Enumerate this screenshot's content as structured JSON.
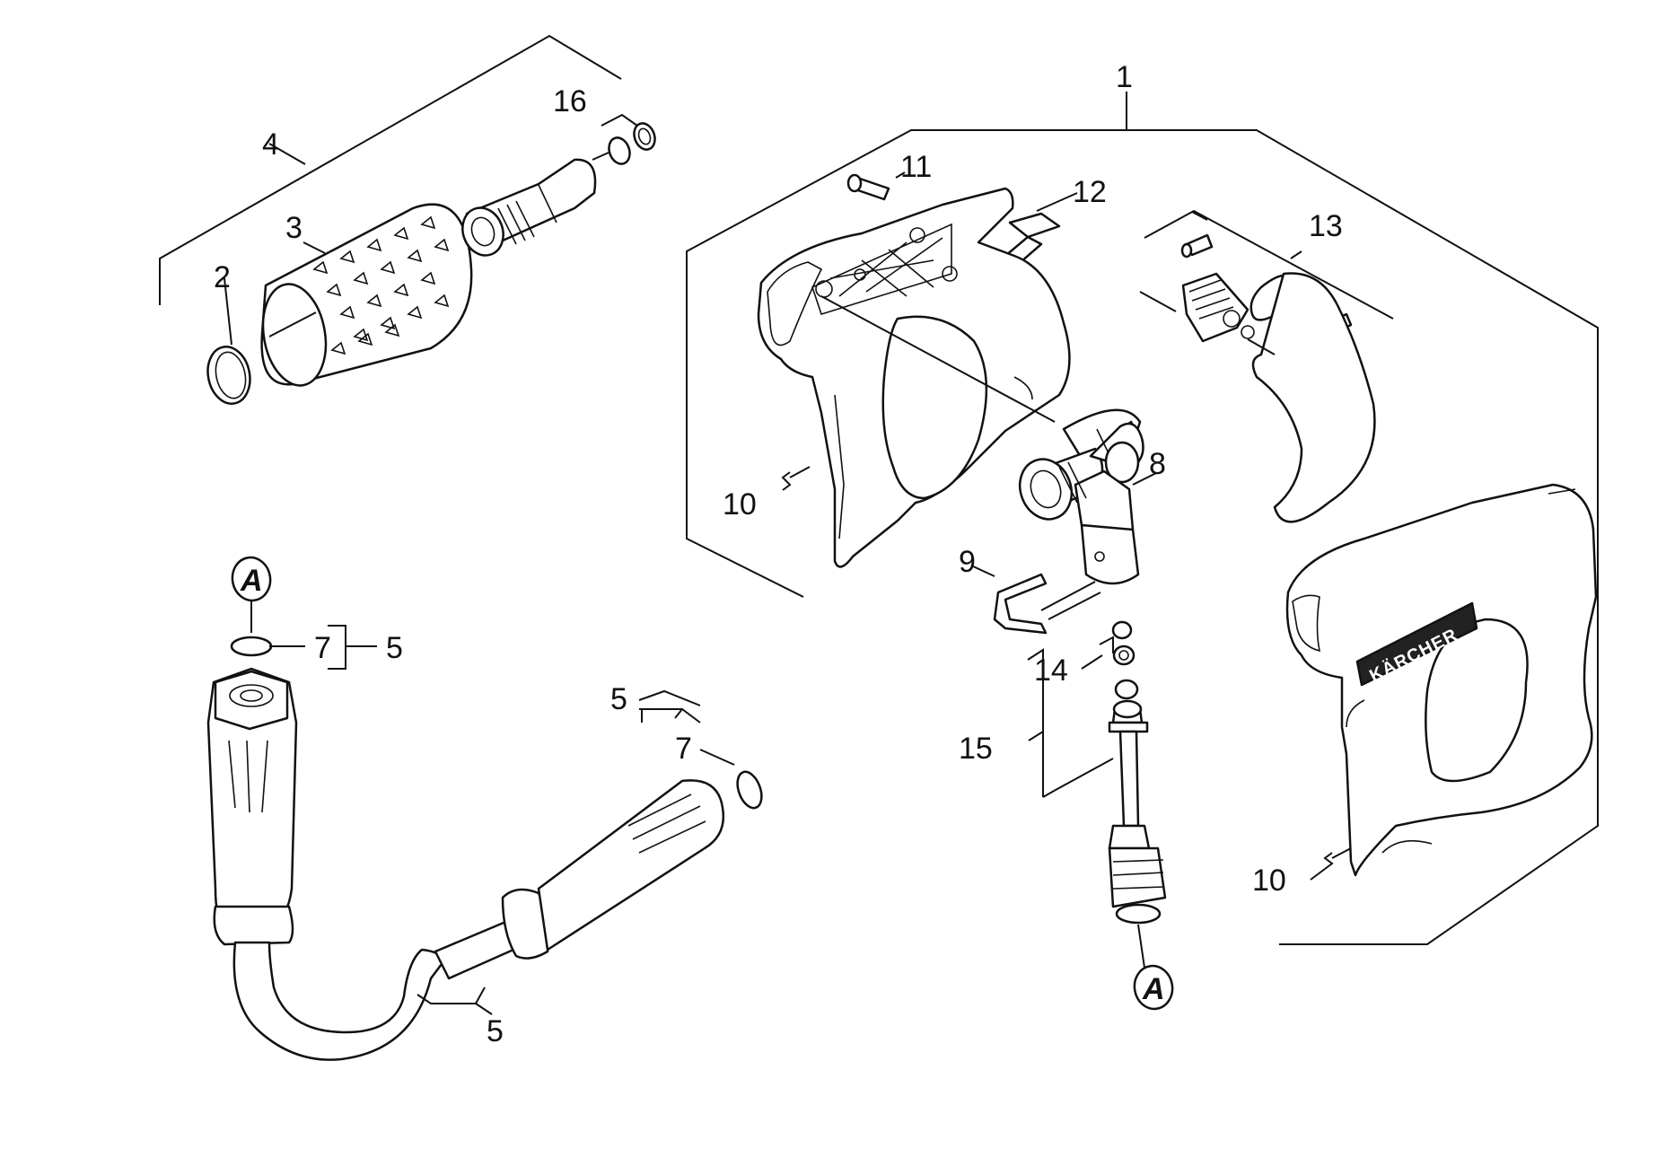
{
  "callouts": {
    "c1": "1",
    "c2": "2",
    "c3": "3",
    "c4": "4",
    "c5_left": "5",
    "c5_mid": "5",
    "c5_bottom": "5",
    "c7_left": "7",
    "c7_mid": "7",
    "c8": "8",
    "c9": "9",
    "c10_left": "10",
    "c10_right": "10",
    "c11": "11",
    "c12": "12",
    "c13": "13",
    "c14": "14",
    "c15": "15",
    "c16": "16"
  },
  "references": {
    "a_top": "A",
    "a_bottom": "A"
  },
  "brand_text": "KÄRCHER",
  "colors": {
    "line": "#111111",
    "background": "#ffffff"
  }
}
